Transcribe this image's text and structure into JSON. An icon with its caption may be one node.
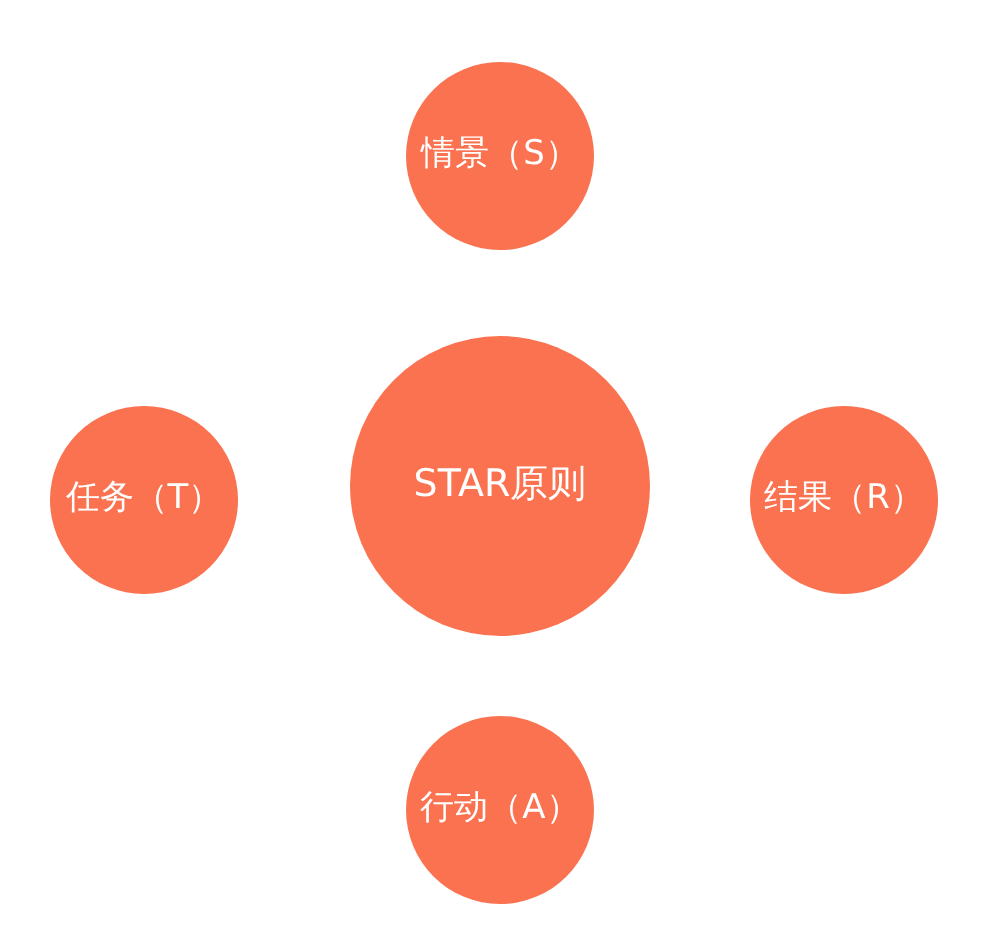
{
  "diagram": {
    "nodes": [
      {
        "text": [
          "情景（S）"
        ]
      },
      {
        "text": [
          "任务（T）"
        ]
      },
      {
        "text": [
          "STAR原则"
        ]
      },
      {
        "text": [
          "结果（R）"
        ]
      },
      {
        "text": [
          "行动（A）"
        ]
      }
    ]
  }
}
